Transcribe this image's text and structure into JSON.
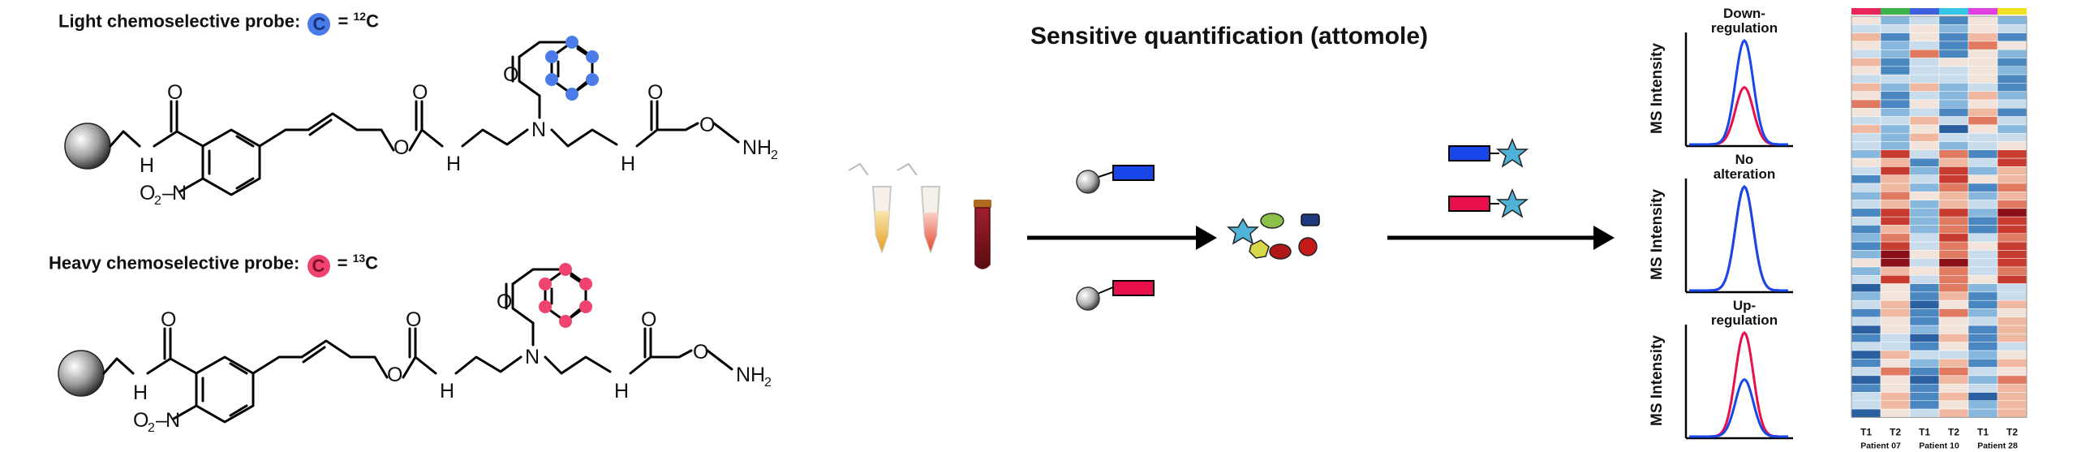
{
  "probes": {
    "light": {
      "label": "Light chemoselective probe:",
      "badge": "C",
      "isotope_mass": "12",
      "isotope_element": "C",
      "color": "#4a7be8"
    },
    "heavy": {
      "label": "Heavy chemoselective probe:",
      "badge": "C",
      "isotope_mass": "13",
      "isotope_element": "C",
      "color": "#f0446e"
    }
  },
  "structure_labels": {
    "o": "O",
    "nh": "H",
    "n_atom": "N",
    "no2": "O",
    "no2_sub": "2",
    "no2_n": "N",
    "onh2_o": "O",
    "onh2_n": "NH",
    "onh2_sub": "2"
  },
  "workflow": {
    "title": "Sensitive quantification (attomole)"
  },
  "colors": {
    "light_tag": "#1747e8",
    "heavy_tag": "#e8104a",
    "star": "#4fb2d6",
    "arrow": "#000000"
  },
  "ms_panels": {
    "y_label": "MS Intensity",
    "panels": [
      {
        "title_lines": [
          "Down-",
          "regulation"
        ],
        "light_peak": 1.0,
        "heavy_peak": 0.55
      },
      {
        "title_lines": [
          "No",
          "alteration"
        ],
        "light_peak": 1.0,
        "heavy_peak": 1.0
      },
      {
        "title_lines": [
          "Up-",
          "regulation"
        ],
        "light_peak": 0.55,
        "heavy_peak": 1.0
      }
    ]
  },
  "heatmap": {
    "columns": [
      "T1",
      "T2",
      "T1",
      "T2",
      "T1",
      "T2"
    ],
    "groups": [
      "Patient 07",
      "Patient 10",
      "Patient 28"
    ],
    "top_bar_colors": [
      "#e8265a",
      "#3cb24a",
      "#3f5fe0",
      "#35c6e8",
      "#e040e0",
      "#f0e020"
    ]
  }
}
